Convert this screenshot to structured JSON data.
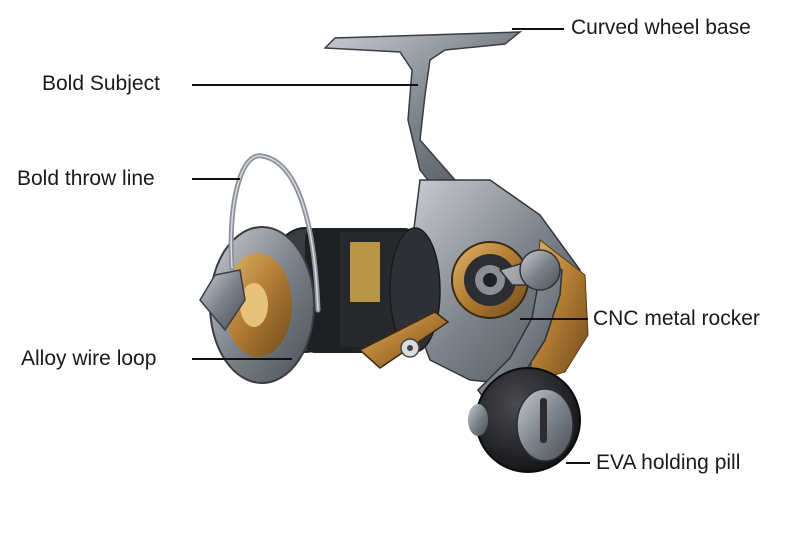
{
  "labels": {
    "curved_wheel_base": "Curved wheel base",
    "bold_subject": "Bold Subject",
    "bold_throw_line": "Bold throw line",
    "alloy_wire_loop": "Alloy wire loop",
    "cnc_metal_rocker": "CNC metal rocker",
    "eva_holding_pill": "EVA holding pill"
  },
  "colors": {
    "metal": "#8a8f96",
    "gold": "#b8843a",
    "dark": "#2a2c30",
    "handle": "#1c1c1e"
  }
}
